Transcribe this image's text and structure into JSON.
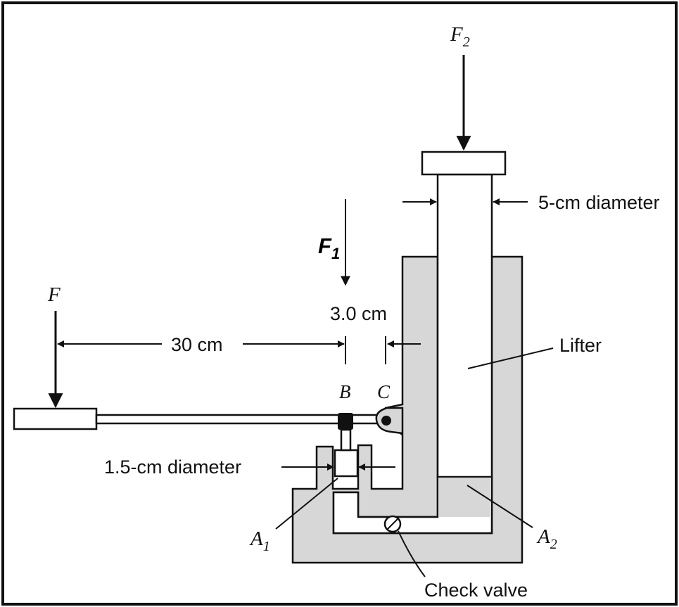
{
  "labels": {
    "force_top": {
      "main": "F",
      "sub": "2"
    },
    "force_mid": {
      "main": "F",
      "sub": "1"
    },
    "force_handle": "F",
    "lifter_diameter": "5-cm diameter",
    "gap": "3.0 cm",
    "lever_arm": "30 cm",
    "pivot_b": "B",
    "pivot_c": "C",
    "lifter": "Lifter",
    "piston_diameter": "1.5-cm diameter",
    "area_small": {
      "main": "A",
      "sub": "1"
    },
    "area_large": {
      "main": "A",
      "sub": "2"
    },
    "check_valve": "Check valve"
  },
  "colors": {
    "fluid": "#d7d7d7",
    "ink": "#111111",
    "background": "#ffffff"
  }
}
